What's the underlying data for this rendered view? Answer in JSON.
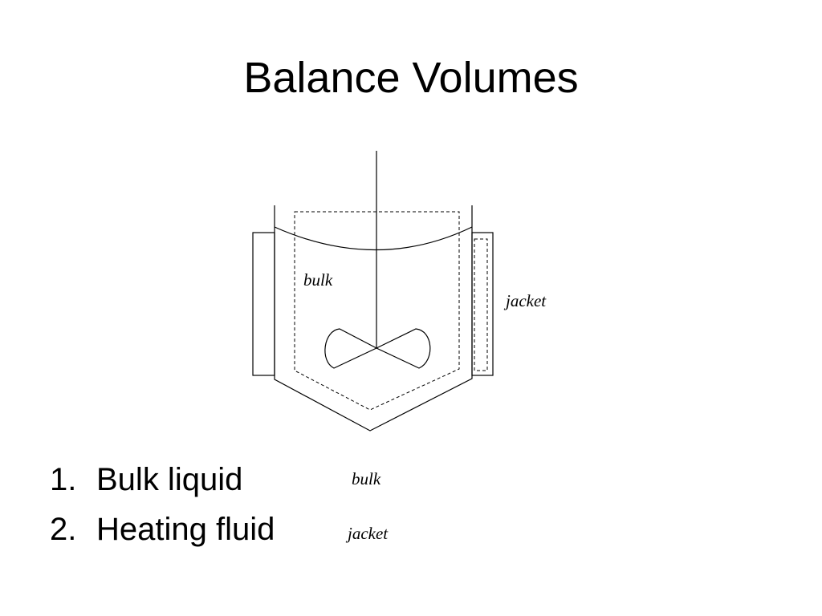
{
  "slide": {
    "title": "Balance Volumes"
  },
  "diagram": {
    "labels": {
      "bulk": "bulk",
      "jacket": "jacket"
    }
  },
  "volumes": [
    {
      "number": "1.",
      "text": "Bulk liquid",
      "symbol": "bulk"
    },
    {
      "number": "2.",
      "text": "Heating fluid",
      "symbol": "jacket"
    }
  ]
}
